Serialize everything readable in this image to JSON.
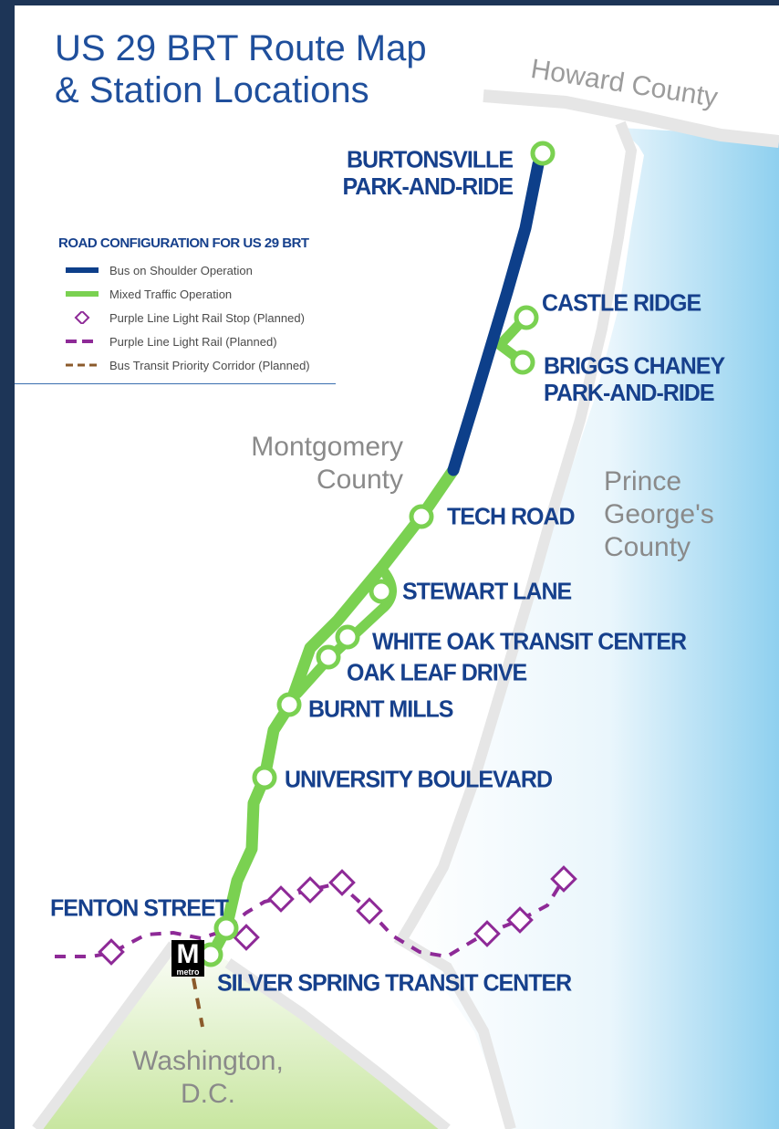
{
  "title": {
    "line1": "US 29 BRT Route Map",
    "line2": "& Station Locations"
  },
  "counties": {
    "howard": "Howard County",
    "montgomery_line1": "Montgomery",
    "montgomery_line2": "County",
    "pg_line1": "Prince",
    "pg_line2": "George's",
    "pg_line3": "County",
    "dc_line1": "Washington,",
    "dc_line2": "D.C."
  },
  "legend": {
    "title": "ROAD CONFIGURATION FOR US 29 BRT",
    "items": [
      {
        "label": "Bus on Shoulder Operation",
        "symbol": "solid-line",
        "color": "#0d3f8a"
      },
      {
        "label": "Mixed Traffic Operation",
        "symbol": "solid-line",
        "color": "#7ad151"
      },
      {
        "label": "Purple Line Light Rail Stop (Planned)",
        "symbol": "diamond",
        "color": "#8e2a97"
      },
      {
        "label": "Purple Line Light Rail (Planned)",
        "symbol": "dashed-line",
        "color": "#8e2a97"
      },
      {
        "label": "Bus Transit Priority Corridor (Planned)",
        "symbol": "dashed-line",
        "color": "#8b5a2b"
      }
    ]
  },
  "stations": {
    "burtonsville_1": "BURTONSVILLE",
    "burtonsville_2": "PARK-AND-RIDE",
    "castle_ridge": "CASTLE RIDGE",
    "briggs_1": "BRIGGS CHANEY",
    "briggs_2": "PARK-AND-RIDE",
    "tech_road": "TECH ROAD",
    "stewart_lane": "STEWART LANE",
    "white_oak": "WHITE OAK TRANSIT CENTER",
    "oak_leaf": "OAK LEAF DRIVE",
    "burnt_mills": "BURNT MILLS",
    "university": "UNIVERSITY BOULEVARD",
    "fenton": "FENTON STREET",
    "silver_spring": "SILVER SPRING TRANSIT CENTER"
  },
  "metro": {
    "letter": "M",
    "word": "metro",
    "icon": "metro-logo-icon"
  },
  "colors": {
    "frame": "#1d3557",
    "title": "#1f4f9c",
    "station_text": "#16408c",
    "bus_shoulder": "#0d3f8a",
    "mixed_traffic": "#7ad151",
    "purple_line": "#8e2a97",
    "brt_corridor": "#8b5a2b",
    "county_border": "#e6e6e6",
    "pg_water": "#8fd0ef",
    "dc_fill": "#c8e6a0"
  }
}
